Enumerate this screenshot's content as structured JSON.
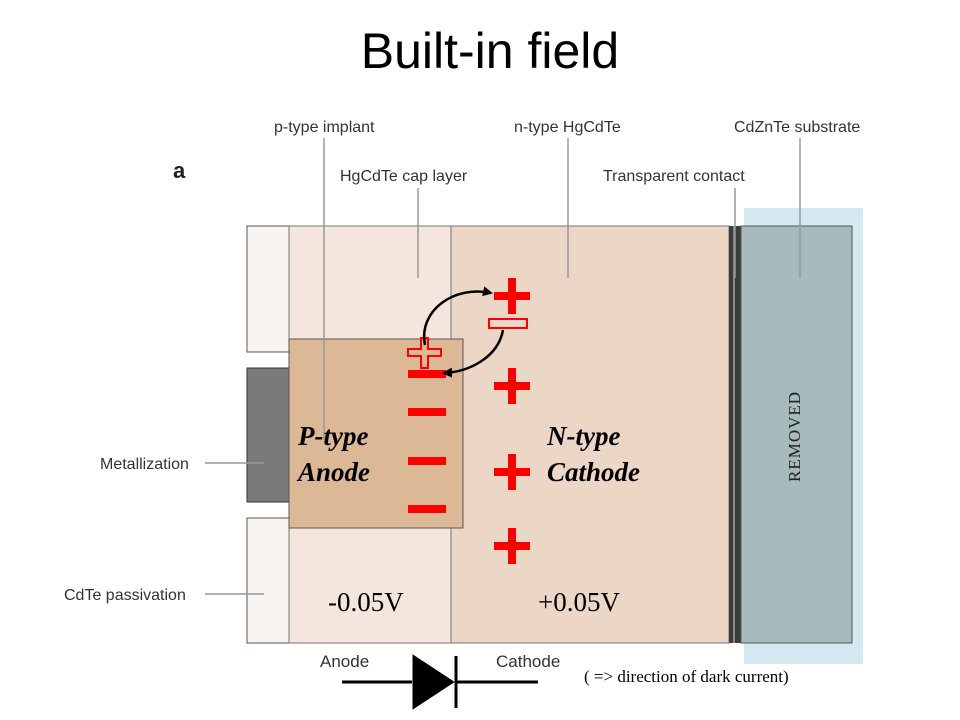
{
  "title": "Built-in field",
  "panel_letter": "a",
  "callouts": {
    "p_type_implant": "p-type implant",
    "hgcdte_cap_layer": "HgCdTe cap layer",
    "n_type_hgcdte": "n-type HgCdTe",
    "transparent_contact": "Transparent contact",
    "cdznte_substrate": "CdZnTe substrate",
    "metallization": "Metallization",
    "cdte_passivation": "CdTe passivation"
  },
  "regions": {
    "p_line1": "P-type",
    "p_line2": "Anode",
    "n_line1": "N-type",
    "n_line2": "Cathode"
  },
  "voltages": {
    "anode": "-0.05V",
    "cathode": "+0.05V"
  },
  "removed_label": "REMOVED",
  "diode": {
    "anode_label": "Anode",
    "cathode_label": "Cathode"
  },
  "note": "( => direction of dark current)",
  "colors": {
    "charge_red": "#ff0000",
    "cap_layer": "#f4e6dc",
    "n_region": "#ecd6c6",
    "p_region": "#ddb896",
    "substrate": "#a7bbbd",
    "removed_highlight": "#d4eaf0",
    "metal": "#7a7a7a"
  },
  "charges": {
    "negative_count": 4,
    "positive_count": 4,
    "generated_pair": [
      "-",
      "+"
    ]
  }
}
